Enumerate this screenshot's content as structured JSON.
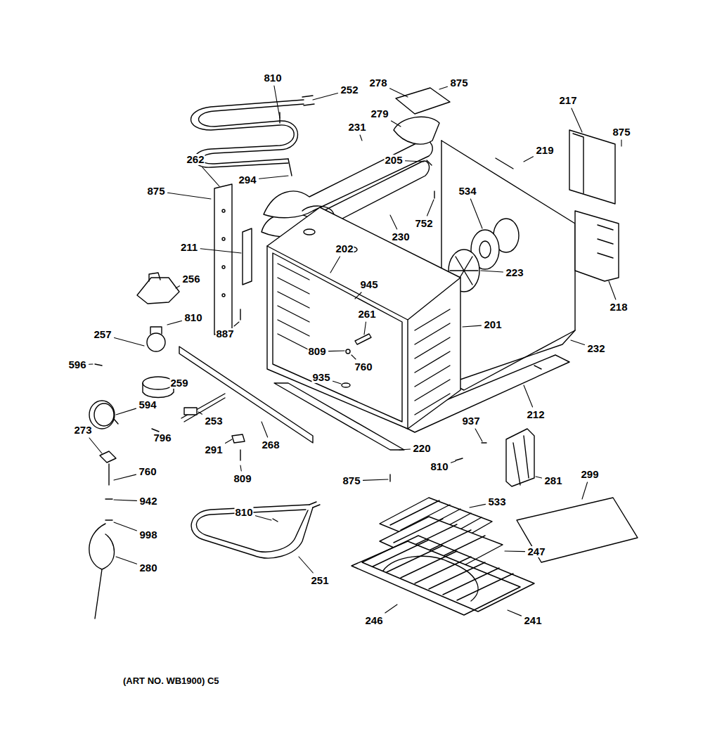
{
  "diagram": {
    "caption": "(ART NO. WB1900) C5",
    "labels": [
      "810",
      "252",
      "278",
      "875",
      "217",
      "279",
      "231",
      "875",
      "219",
      "205",
      "262",
      "875",
      "294",
      "752",
      "534",
      "230",
      "211",
      "202",
      "223",
      "256",
      "945",
      "218",
      "810",
      "261",
      "887",
      "257",
      "201",
      "809",
      "760",
      "232",
      "596",
      "935",
      "259",
      "594",
      "212",
      "253",
      "273",
      "796",
      "291",
      "268",
      "937",
      "220",
      "533",
      "810",
      "281",
      "299",
      "760",
      "809",
      "875",
      "942",
      "810",
      "247",
      "998",
      "280",
      "251",
      "246",
      "241"
    ]
  }
}
